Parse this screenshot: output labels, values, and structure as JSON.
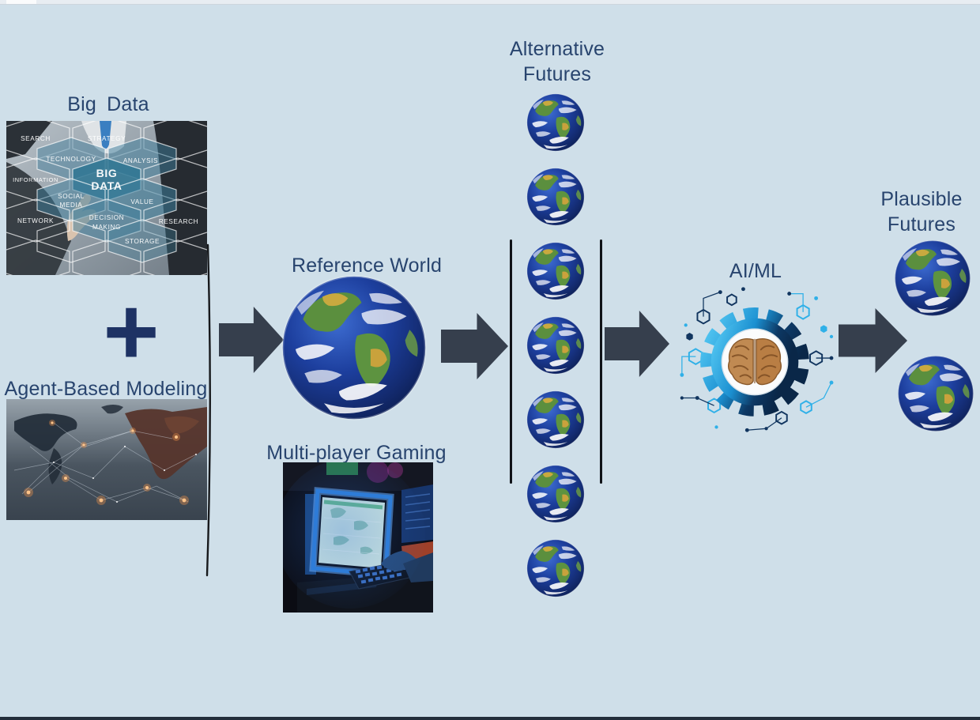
{
  "colors": {
    "background": "#cfdfe9",
    "text": "#28446e",
    "arrow": "#363f4d",
    "plus": "#1e3264",
    "divider_line": "#101318",
    "top_strip": "#e8edf2",
    "bottom_strip": "#232e3b"
  },
  "flow": {
    "inputs": {
      "big_data": {
        "label": "Big Data",
        "image_words": [
          "SEARCH",
          "STRATEGY",
          "TECHNOLOGY",
          "ANALYSIS",
          "INFORMATION",
          "BIG",
          "DATA",
          "SOCIAL",
          "MEDIA",
          "VALUE",
          "DECISION",
          "MAKING",
          "NETWORK",
          "RESEARCH",
          "STORAGE"
        ]
      },
      "plus_sign": "+",
      "agent_based_modeling": {
        "label": "Agent-Based Modeling"
      }
    },
    "reference_world": {
      "label": "Reference World"
    },
    "multiplayer_gaming": {
      "label": "Multi-player Gaming"
    },
    "alternative_futures": {
      "label_line1": "Alternative",
      "label_line2": "Futures",
      "globe_count": 7
    },
    "ai_ml": {
      "label": "AI/ML"
    },
    "plausible_futures": {
      "label_line1": "Plausible",
      "label_line2": "Futures",
      "globe_count": 2
    }
  }
}
